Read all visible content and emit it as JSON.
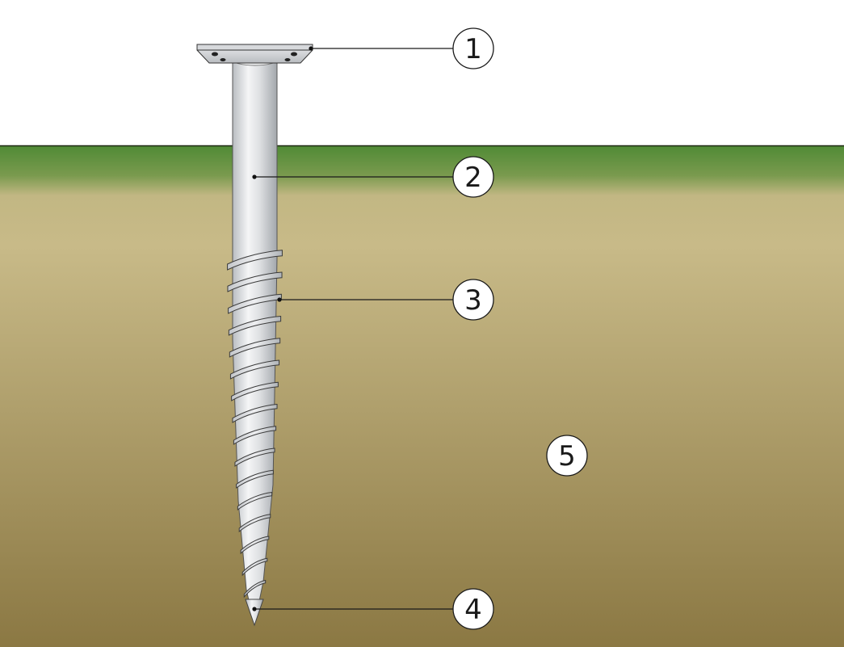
{
  "callouts": [
    {
      "id": "mounting-plate",
      "label": "1"
    },
    {
      "id": "shaft",
      "label": "2"
    },
    {
      "id": "helix-thread",
      "label": "3"
    },
    {
      "id": "tip",
      "label": "4"
    },
    {
      "id": "soil",
      "label": "5"
    }
  ],
  "colors": {
    "sky": "#ffffff",
    "grass": "#5e8a3a",
    "soil_top": "#c9ba88",
    "soil_bottom": "#8c7944",
    "steel_light": "#f2f3f4",
    "steel_dark": "#a9adb2",
    "outline": "#222222"
  }
}
